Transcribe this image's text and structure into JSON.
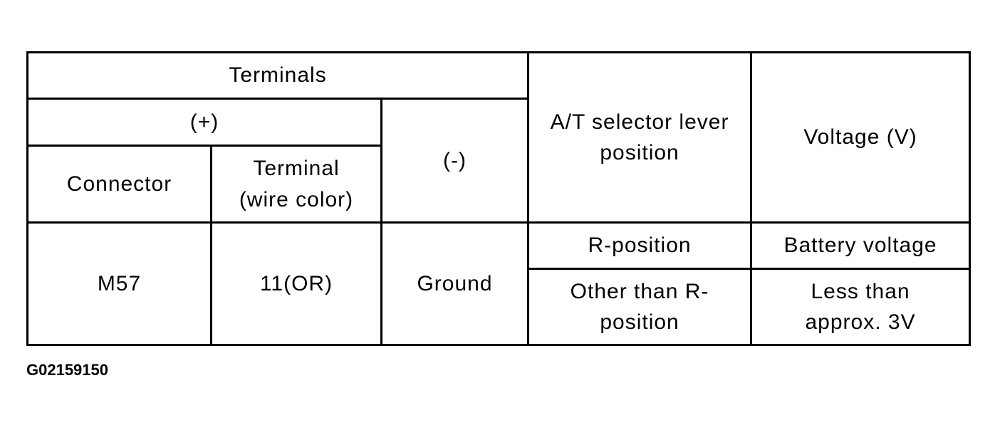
{
  "page": {
    "background_color": "#ffffff",
    "line_color": "#000000",
    "text_color": "#000000",
    "figure_code": "G02159150"
  },
  "table": {
    "header": {
      "terminals": "Terminals",
      "plus": "(+)",
      "minus": "(-)",
      "connector": "Connector",
      "terminal_wire_color": "Terminal\n(wire color)",
      "selector_position": "A/T selector lever\nposition",
      "voltage": "Voltage (V)"
    },
    "row": {
      "connector": "M57",
      "terminal": "11(OR)",
      "minus": "Ground",
      "conditions": [
        {
          "position": "R-position",
          "voltage": "Battery voltage"
        },
        {
          "position": "Other than R-\nposition",
          "voltage": "Less than\napprox. 3V"
        }
      ]
    }
  }
}
